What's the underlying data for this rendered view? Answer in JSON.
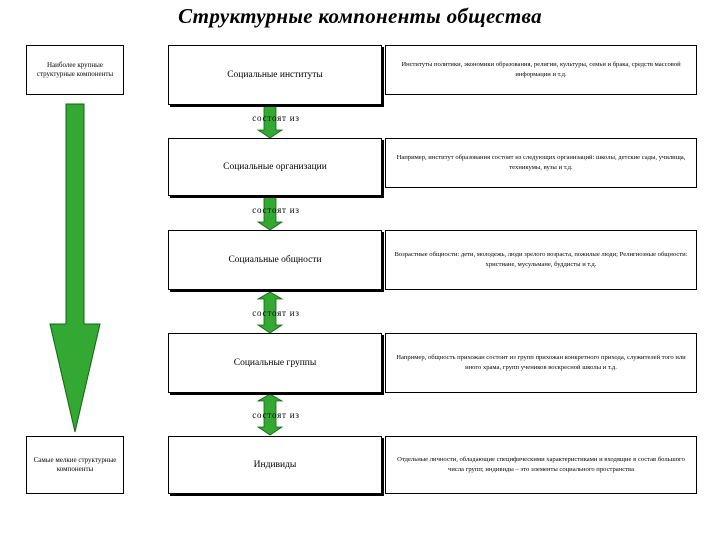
{
  "title": "Структурные компоненты общества",
  "top_label": "Наиболее крупные структурные компоненты",
  "bottom_label": "Самые мелкие структурные компоненты",
  "connector_label": "состоят из",
  "levels": [
    {
      "name": "Социальные институты",
      "description": "Институты политики, экономики образования, религии, культуры, семьи и брака, средств массовой информации и т.д."
    },
    {
      "name": "Социальные организации",
      "description": "Например, институт образования состоит из следующих организаций: школы, детские сады, училища, техникумы, вузы и т.д."
    },
    {
      "name": "Социальные общности",
      "description": "Возрастные общности: дети, молодежь, люди зрелого возраста, пожилые люди; Религиозные общности: христиане, мусульмане, буддисты и т.д."
    },
    {
      "name": "Социальные группы",
      "description": "Например, общность прихожан состоит из групп прихожан конкретного прихода, служителей того или иного храма, групп учеников воскресной школы и т.д."
    },
    {
      "name": "Индивиды",
      "description": "Отдельные личности, обладающие специфическими характеристиками и входящие в состав большого числа групп; индивиды – это элементы социального пространства"
    }
  ],
  "colors": {
    "arrow_fill": "#33a833",
    "arrow_stroke": "#116611"
  }
}
